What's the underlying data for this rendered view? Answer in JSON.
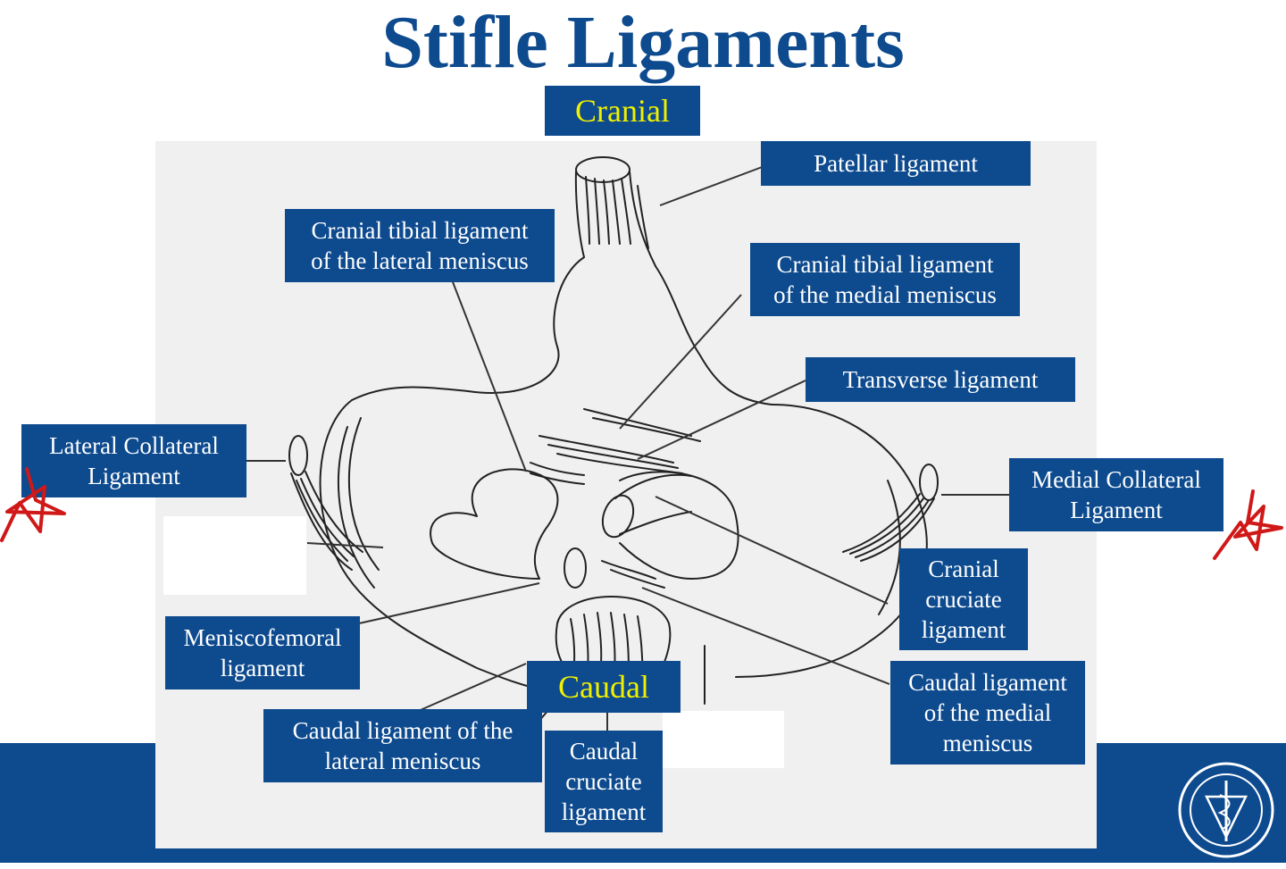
{
  "title": "Stifle Ligaments",
  "orientation": {
    "cranial": "Cranial",
    "caudal": "Caudal"
  },
  "labels": {
    "patellar": "Patellar ligament",
    "cranial_tibial_lateral": "Cranial tibial ligament\nof the lateral meniscus",
    "cranial_tibial_medial": "Cranial tibial ligament\nof the medial meniscus",
    "transverse": "Transverse ligament",
    "lateral_collateral": "Lateral Collateral\nLigament",
    "medial_collateral": "Medial Collateral\nLigament",
    "cranial_cruciate": "Cranial\ncruciate\nligament",
    "meniscofemoral": "Meniscofemoral\nligament",
    "caudal_ligament_lateral": "Caudal ligament of the\nlateral meniscus",
    "caudal_cruciate": "Caudal\ncruciate\nligament",
    "caudal_ligament_medial": "Caudal ligament\nof the medial\nmeniscus"
  },
  "colors": {
    "label_bg": "#0d4a8e",
    "label_text": "#ffffff",
    "orientation_text": "#f0f000",
    "title": "#0d4a8e",
    "annotation_marks": "#d01818"
  }
}
